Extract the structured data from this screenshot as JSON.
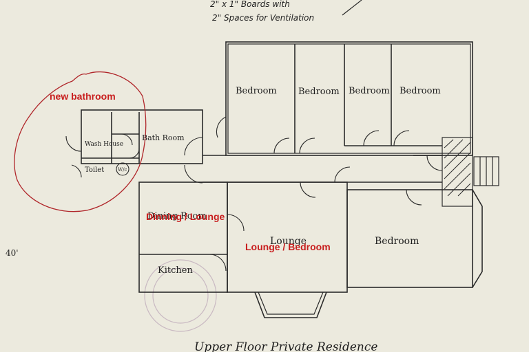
{
  "top_notes": {
    "line1": "2\" x 1\" Boards with",
    "line2": "2\" Spaces for Ventilation"
  },
  "rooms": {
    "bedroom1": "Bedroom",
    "bedroom2": "Bedroom",
    "bedroom3": "Bedroom",
    "bedroom4": "Bedroom",
    "bedroom5": "Bedroom",
    "bath_room": "Bath Room",
    "wash_house": "Wash House",
    "toilet": "Toilet",
    "wc": "W/c",
    "dining_original": "Dining Room",
    "lounge_original": "Lounge",
    "kitchen": "Kitchen"
  },
  "annotations": {
    "new_bathroom": "new bathroom",
    "dining_lounge": "Dinning / Lounge",
    "lounge_bedroom": "Lounge / Bedroom"
  },
  "dimension": "40'",
  "footer_title": "Upper Floor Private Residence",
  "colors": {
    "paper": "#eceade",
    "ink": "#2a2a2a",
    "annotation_red": "#c81e1e"
  }
}
